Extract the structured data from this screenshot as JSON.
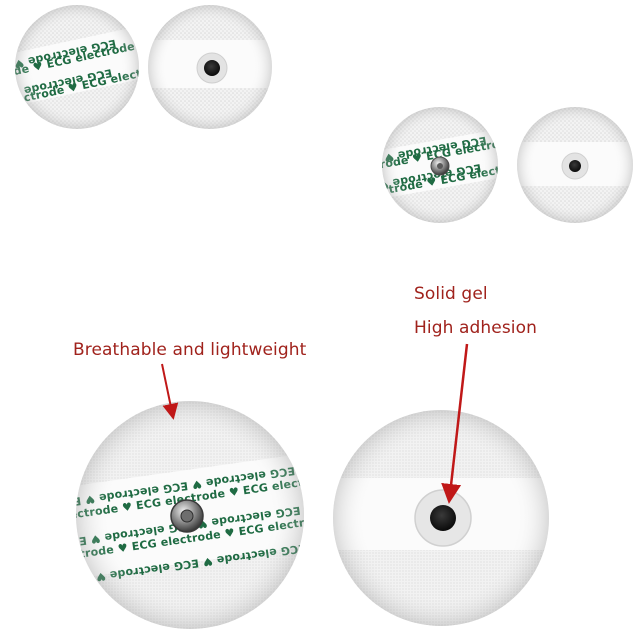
{
  "callouts": {
    "breathable": "Breathable and lightweight",
    "solid_gel": "Solid gel",
    "high_adhesion": "High adhesion"
  },
  "strip_text": {
    "band": "ECG electrode",
    "icon": "heart-icon"
  },
  "colors": {
    "callout_text": "#a0221c",
    "arrow": "#c01818",
    "strip_text": "#1f6b43",
    "heart": "#d42222",
    "pad": "#f2f2f2",
    "gel": "#1a1a1a"
  }
}
